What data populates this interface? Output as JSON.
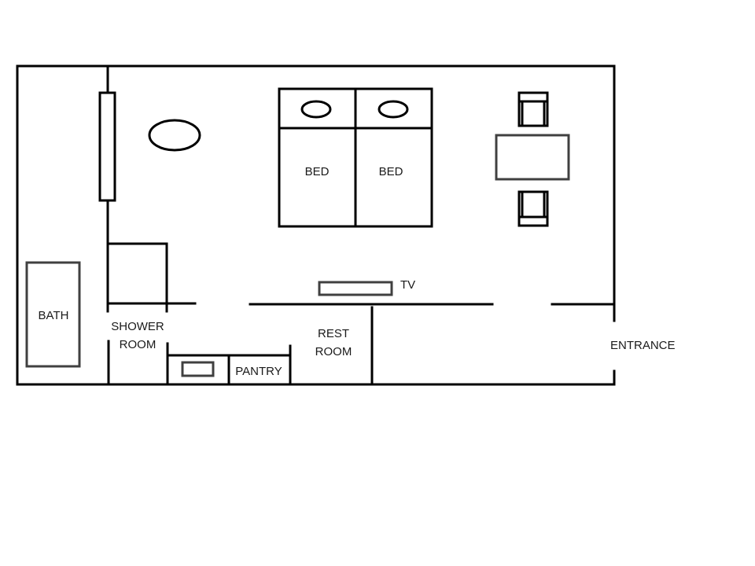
{
  "diagram": {
    "type": "floor-plan",
    "colors": {
      "wall": "#000000",
      "furniture_outline": "#404040",
      "background": "#ffffff"
    },
    "labels": {
      "bath": "BATH",
      "shower_line1": "SHOWER",
      "shower_line2": "ROOM",
      "pantry": "PANTRY",
      "rest_line1": "REST",
      "rest_line2": "ROOM",
      "tv": "TV",
      "bed_left": "BED",
      "bed_right": "BED",
      "entrance": "ENTRANCE"
    },
    "furniture": [
      "bathtub",
      "wardrobe",
      "round-table",
      "double-bed",
      "pillow",
      "pillow",
      "dining-table",
      "chair",
      "chair",
      "tv",
      "sink"
    ]
  }
}
